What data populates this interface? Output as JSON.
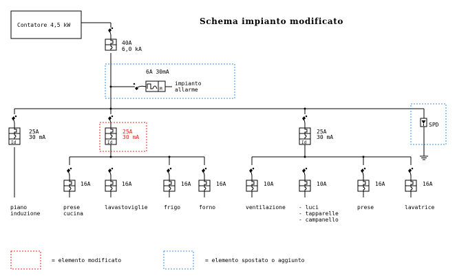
{
  "title": "Schema impianto modificato",
  "meter": {
    "label": "Contatore 4,5 kW"
  },
  "main_breaker": {
    "rating": "40A",
    "breaking_capacity": "6,0 kA"
  },
  "alarm_circuit": {
    "rating": "6A 30mA",
    "label_line1": "impianto",
    "label_line2": "allarme"
  },
  "rcd_groups": [
    {
      "rating": "25A",
      "sensitivity": "30 mA",
      "modified": false,
      "load_line1": "piano",
      "load_line2": "induzione"
    },
    {
      "rating": "25A",
      "sensitivity": "30 mA",
      "modified": true
    },
    {
      "rating": "25A",
      "sensitivity": "30 mA",
      "modified": false
    }
  ],
  "spd": {
    "label": "SPD"
  },
  "branches": [
    {
      "rating": "16A",
      "lines": [
        "prese",
        "cucina"
      ]
    },
    {
      "rating": "16A",
      "lines": [
        "lavastoviglie"
      ]
    },
    {
      "rating": "16A",
      "lines": [
        "frigo"
      ]
    },
    {
      "rating": "16A",
      "lines": [
        "forno"
      ]
    },
    {
      "rating": "10A",
      "lines": [
        "ventilazione"
      ]
    },
    {
      "rating": "10A",
      "lines": [
        "- luci",
        "- tapparelle",
        "- campanello"
      ]
    },
    {
      "rating": "16A",
      "lines": [
        "prese"
      ]
    },
    {
      "rating": "16A",
      "lines": [
        "lavatrice"
      ]
    }
  ],
  "legend": {
    "modified": "= elemento modificato",
    "moved_added": "= elemento spostato o aggiunto"
  },
  "colors": {
    "modified": "#e8201a",
    "moved_added": "#3a8ee6"
  }
}
